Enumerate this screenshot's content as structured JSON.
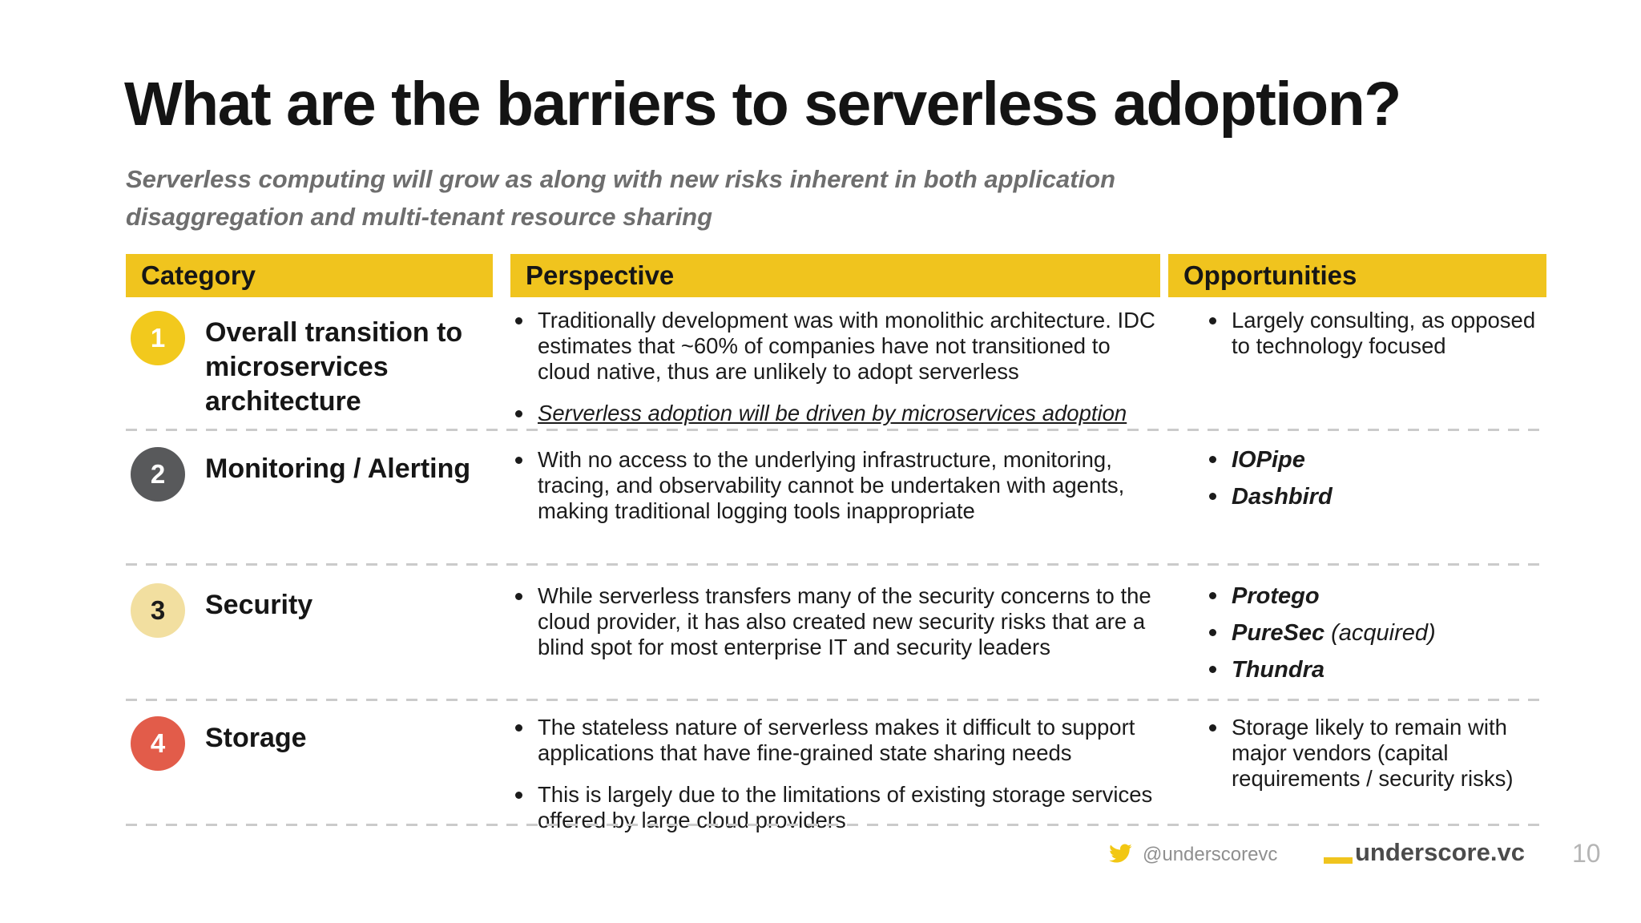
{
  "slide": {
    "title": "What are the barriers to serverless adoption?",
    "subtitle_lines": [
      "Serverless computing will grow as along with new risks inherent in both application",
      "disaggregation and multi-tenant resource sharing"
    ],
    "table": {
      "headers": {
        "category": "Category",
        "perspective": "Perspective",
        "opportunities": "Opportunities"
      },
      "rows": [
        {
          "num": "1",
          "category": "Overall transition to microservices architecture",
          "perspective_bullets": [
            "Traditionally development was with monolithic architecture. IDC estimates that ~60% of companies have not transitioned to cloud native, thus are unlikely to adopt serverless",
            "Serverless adoption will be driven by microservices adoption"
          ],
          "opportunity_bullets": [
            "Largely consulting, as opposed to technology focused"
          ]
        },
        {
          "num": "2",
          "category": "Monitoring / Alerting",
          "perspective_bullets": [
            "With no access to the underlying infrastructure, monitoring, tracing, and observability cannot be undertaken with agents, making traditional logging tools inappropriate"
          ],
          "opportunity_bullets": [
            "IOPipe",
            "Dashbird"
          ]
        },
        {
          "num": "3",
          "category": "Security",
          "perspective_bullets": [
            "While serverless transfers many of the security concerns to the cloud provider, it has also created new security risks that are a blind spot for most enterprise IT and security leaders"
          ],
          "opportunity_bullets": [
            "Protego",
            "PureSec",
            "Thundra"
          ],
          "opportunity_suffix": " (acquired)"
        },
        {
          "num": "4",
          "category": "Storage",
          "perspective_bullets": [
            "The stateless nature of serverless makes it difficult to support applications that have fine-grained state sharing needs",
            "This is largely due to the limitations of existing storage services offered by large cloud providers"
          ],
          "opportunity_bullets": [
            "Storage likely to remain with major vendors (capital requirements / security risks)"
          ]
        }
      ]
    },
    "footer": {
      "twitter_handle": "@underscorevc",
      "logo_text": "underscore.vc",
      "page_number": "10"
    },
    "colors": {
      "accent_yellow": "#F0C41E",
      "step_1_yellow": "#F2C91D",
      "step_2_gray": "#58595B",
      "step_3_cream": "#F2DFA0",
      "step_4_coral": "#E25C4A",
      "subtitle_gray": "#6E6E6E",
      "divider_gray": "#CBCBCB"
    }
  }
}
